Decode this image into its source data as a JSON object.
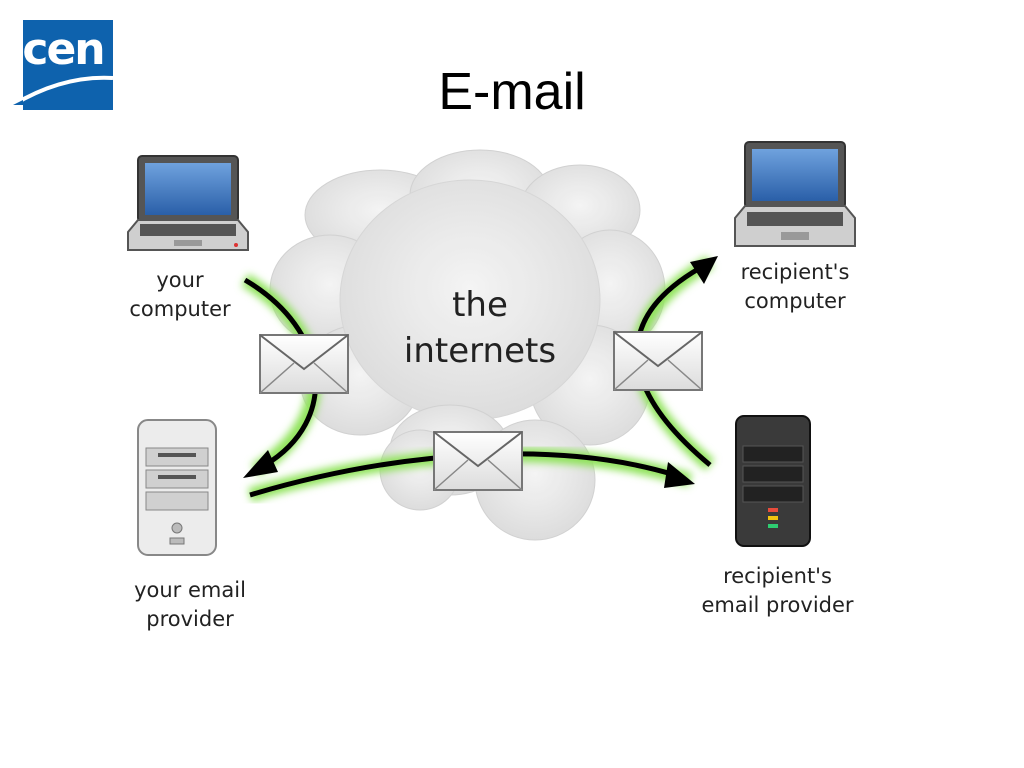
{
  "slide": {
    "title": "E-mail"
  },
  "logo": {
    "text": "cen",
    "color": "#0e62ad"
  },
  "diagram": {
    "cloud_label": "the\ninternets",
    "nodes": {
      "your_computer": "your\ncomputer",
      "your_provider": "your email\nprovider",
      "recipient_computer": "recipient's\ncomputer",
      "recipient_provider": "recipient's\nemail provider"
    },
    "arrow_glow_color": "#8fe35a",
    "icons": [
      "laptop-icon",
      "server-icon",
      "envelope-icon",
      "cloud-icon"
    ]
  }
}
